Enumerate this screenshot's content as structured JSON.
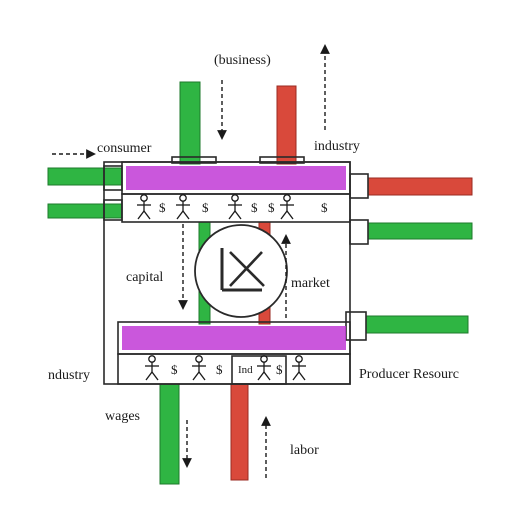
{
  "labels": {
    "business": "(business)",
    "consumer": "consumer",
    "industry_top": "industry",
    "capital": "capital",
    "market": "market",
    "industry_left": "ndustry",
    "producer": "Producer Resourc",
    "wages": "wages",
    "labor": "labor",
    "box_text": "Ind"
  },
  "symbols": {
    "dollar": "$"
  },
  "colors": {
    "green": "#2fb543",
    "green_edge": "#1c7a2b",
    "red": "#d9493b",
    "red_edge": "#9a2a20",
    "magenta": "#c13ad6",
    "magenta_light": "#d86ae4",
    "line": "#2a2a2a"
  },
  "icons": [
    "stick-figure-icon",
    "market-exchange-icon",
    "arrow-icon"
  ]
}
